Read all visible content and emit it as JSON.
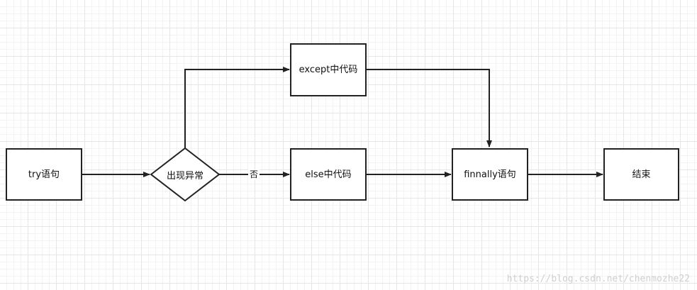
{
  "nodes": {
    "try": "try语句",
    "decision": "出现异常",
    "except": "except中代码",
    "else": "else中代码",
    "finally": "finnally语句",
    "end": "结束"
  },
  "edge_labels": {
    "no": "否"
  },
  "watermark": "https://blog.csdn.net/chenmozhe22",
  "colors": {
    "stroke": "#222222",
    "grid": "#e6e6e6"
  }
}
